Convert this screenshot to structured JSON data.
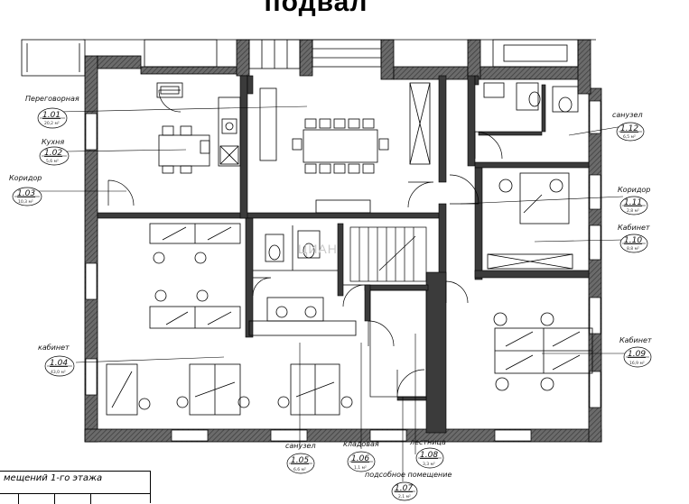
{
  "title": "подвал",
  "watermark": "ЦИАН",
  "legend": {
    "caption": "мещений 1-го этажа"
  },
  "rooms": [
    {
      "id": "r101",
      "label": "Переговорная",
      "number": "1.01",
      "area": "20,2 м²"
    },
    {
      "id": "r102",
      "label": "Кухня",
      "number": "1.02",
      "area": "5,6 м²"
    },
    {
      "id": "r103",
      "label": "Коридор",
      "number": "1.03",
      "area": "10,3 м²"
    },
    {
      "id": "r104",
      "label": "кабинет",
      "number": "1.04",
      "area": "43,0 м²"
    },
    {
      "id": "r105",
      "label": "санузел",
      "number": "1.05",
      "area": "6,6 м²"
    },
    {
      "id": "r106",
      "label": "кладовая",
      "number": "1.06",
      "area": "1,1 м²"
    },
    {
      "id": "r107",
      "label": "подсобное помещение",
      "number": "1.07",
      "area": "2,1 м²"
    },
    {
      "id": "r108",
      "label": "лестница",
      "number": "1.08",
      "area": "3,3 м²"
    },
    {
      "id": "r109",
      "label": "Кабинет",
      "number": "1.09",
      "area": "16,9 м²"
    },
    {
      "id": "r110",
      "label": "Кабинет",
      "number": "1.10",
      "area": "8,8 м²"
    },
    {
      "id": "r111",
      "label": "Коридор",
      "number": "1.11",
      "area": "2,8 м²"
    },
    {
      "id": "r112",
      "label": "санузел",
      "number": "1.12",
      "area": "6,5 м²"
    }
  ]
}
